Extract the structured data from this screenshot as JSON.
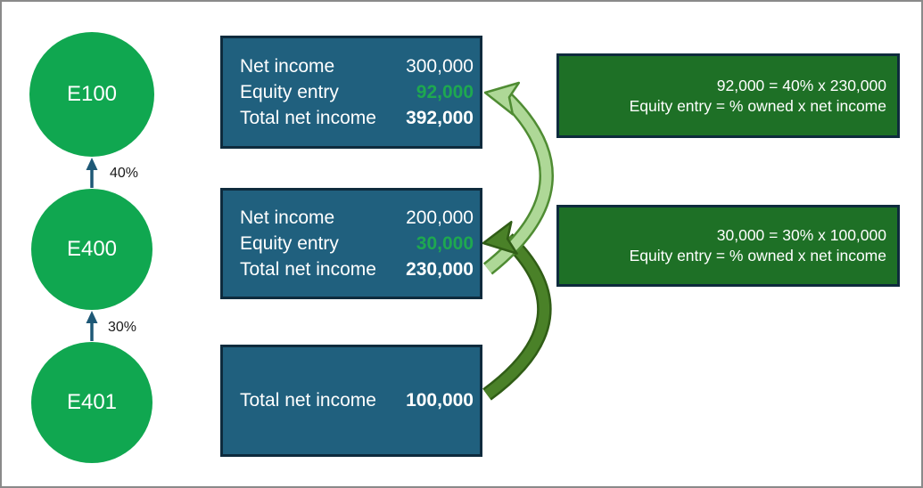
{
  "entities": [
    {
      "name": "E100"
    },
    {
      "name": "E400"
    },
    {
      "name": "E401"
    }
  ],
  "ownership_links": [
    {
      "from": "E400",
      "to": "E100",
      "percent": "40%"
    },
    {
      "from": "E401",
      "to": "E400",
      "percent": "30%"
    }
  ],
  "income_boxes": [
    {
      "rows": [
        {
          "label": "Net income",
          "value": "300,000",
          "style": "plain"
        },
        {
          "label": "Equity entry",
          "value": "92,000",
          "style": "green-bold"
        },
        {
          "label": "Total net income",
          "value": "392,000",
          "style": "bold"
        }
      ]
    },
    {
      "rows": [
        {
          "label": "Net income",
          "value": "200,000",
          "style": "plain"
        },
        {
          "label": "Equity entry",
          "value": "30,000",
          "style": "green-bold"
        },
        {
          "label": "Total net income",
          "value": "230,000",
          "style": "bold"
        }
      ]
    },
    {
      "rows": [
        {
          "label": "Total net income",
          "value": "100,000",
          "style": "bold"
        }
      ]
    }
  ],
  "formula_boxes": [
    {
      "line1": "92,000 = 40% x 230,000",
      "line2": "Equity entry = % owned x net income"
    },
    {
      "line1": "30,000 = 30% x 100,000",
      "line2": "Equity entry = % owned x net income"
    }
  ],
  "colors": {
    "entity_green": "#10a750",
    "income_box_fill": "#20607e",
    "box_border": "#0e2b3d",
    "formula_box_fill": "#1e7026",
    "equity_value_green": "#1ea850",
    "flow_arrow_light_fill": "#aed897",
    "flow_arrow_light_outline": "#4f8c33",
    "flow_arrow_dark_fill": "#4a8128",
    "flow_arrow_dark_outline": "#305d16",
    "ownership_arrow": "#1e5876",
    "page_border": "#8a8a8a"
  }
}
